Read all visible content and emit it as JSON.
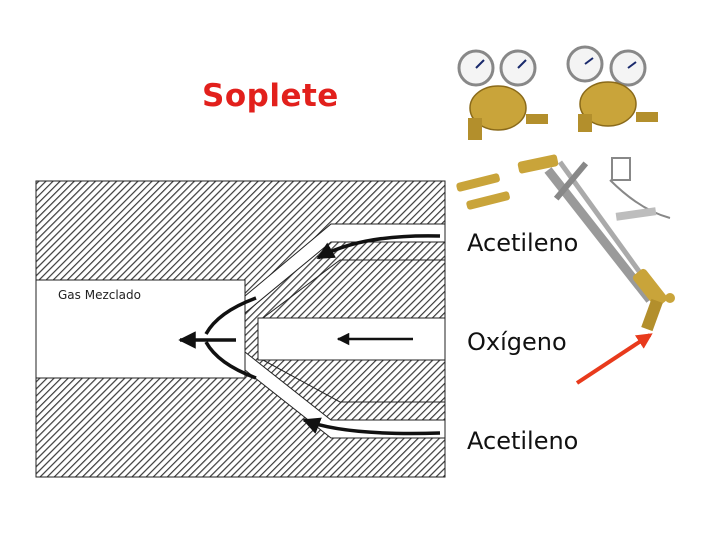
{
  "title": "Soplete",
  "labels": {
    "mixed_gas": "Gas Mezclado",
    "acetylene_top": "Acetileno",
    "oxygen": "Oxígeno",
    "acetylene_bottom": "Acetileno"
  },
  "colors": {
    "title": "#e2201c",
    "hatch": "#3a3a3a",
    "arrow": "#111111",
    "pointer_arrow": "#e83a1c",
    "brass": "#c9a43a"
  },
  "icons": {
    "regulators": "pressure-gauge-icon",
    "torch": "torch-icon",
    "nozzles": "nozzle-icon"
  }
}
